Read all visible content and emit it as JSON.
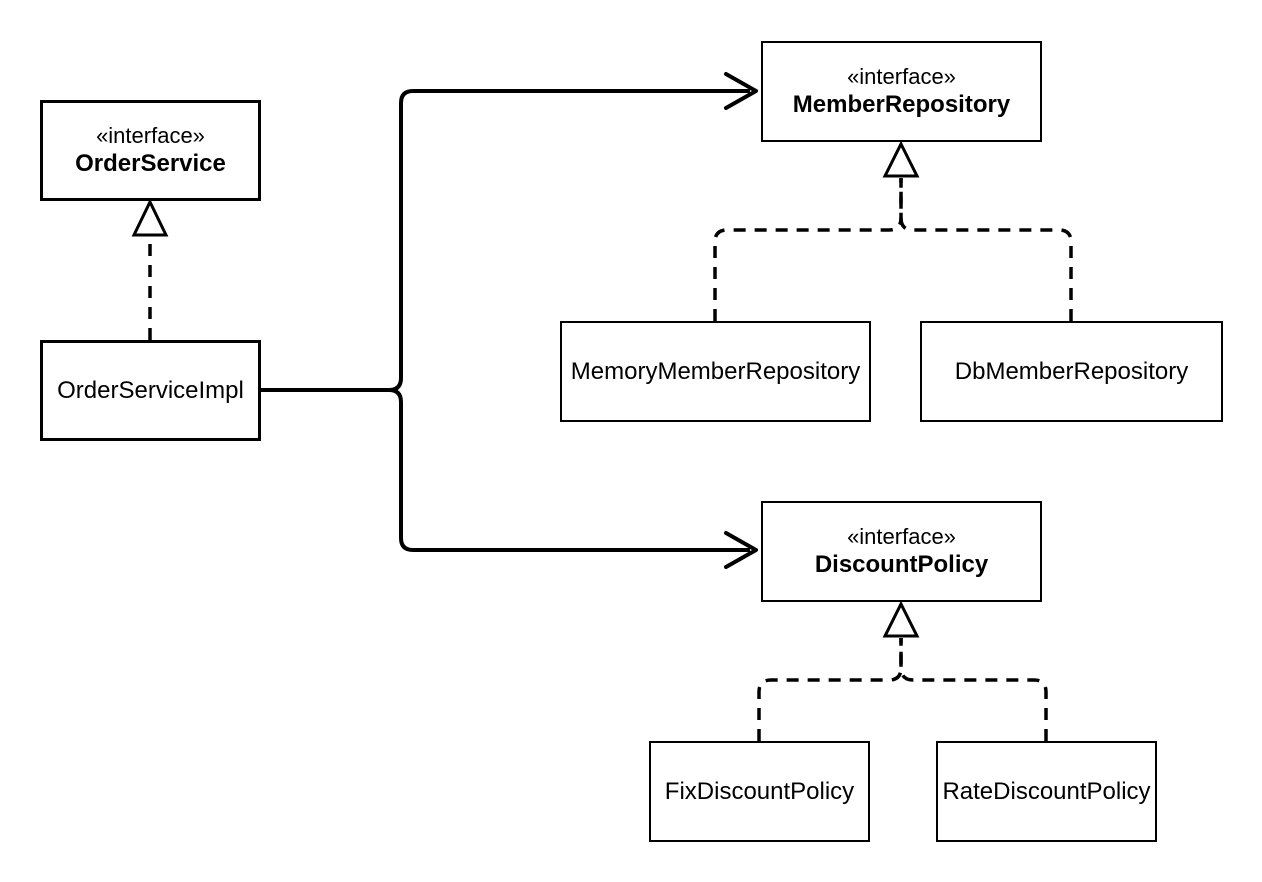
{
  "diagram": {
    "type": "uml-class-diagram",
    "colors": {
      "background": "#ffffff",
      "stroke": "#000000",
      "text": "#000000",
      "fill": "#ffffff"
    },
    "nodes": {
      "order_service": {
        "stereotype": "«interface»",
        "name": "OrderService"
      },
      "order_service_impl": {
        "name": "OrderServiceImpl"
      },
      "member_repository": {
        "stereotype": "«interface»",
        "name": "MemberRepository"
      },
      "memory_member_repository": {
        "name": "MemoryMemberRepository"
      },
      "db_member_repository": {
        "name": "DbMemberRepository"
      },
      "discount_policy": {
        "stereotype": "«interface»",
        "name": "DiscountPolicy"
      },
      "fix_discount_policy": {
        "name": "FixDiscountPolicy"
      },
      "rate_discount_policy": {
        "name": "RateDiscountPolicy"
      }
    },
    "relations": [
      {
        "from": "OrderServiceImpl",
        "to": "OrderService",
        "type": "realization",
        "line": "dashed",
        "arrowhead": "hollow-triangle"
      },
      {
        "from": "MemoryMemberRepository",
        "to": "MemberRepository",
        "type": "realization",
        "line": "dashed",
        "arrowhead": "hollow-triangle"
      },
      {
        "from": "DbMemberRepository",
        "to": "MemberRepository",
        "type": "realization",
        "line": "dashed",
        "arrowhead": "hollow-triangle"
      },
      {
        "from": "FixDiscountPolicy",
        "to": "DiscountPolicy",
        "type": "realization",
        "line": "dashed",
        "arrowhead": "hollow-triangle"
      },
      {
        "from": "RateDiscountPolicy",
        "to": "DiscountPolicy",
        "type": "realization",
        "line": "dashed",
        "arrowhead": "hollow-triangle"
      },
      {
        "from": "OrderServiceImpl",
        "to": "MemberRepository",
        "type": "dependency",
        "line": "solid",
        "arrowhead": "open"
      },
      {
        "from": "OrderServiceImpl",
        "to": "DiscountPolicy",
        "type": "dependency",
        "line": "solid",
        "arrowhead": "open"
      }
    ]
  }
}
